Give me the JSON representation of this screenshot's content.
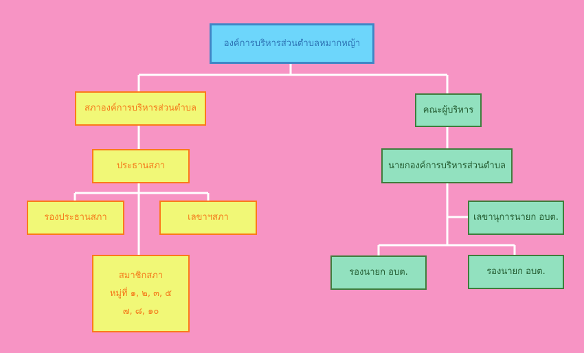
{
  "diagram": {
    "nodes": {
      "org": "องค์การบริหารส่วนตำบลหมากหญ้า",
      "council": "สภาองค์การบริหารส่วนตำบล",
      "council_president": "ประธานสภา",
      "council_vice_president": "รองประธานสภา",
      "council_secretary": "เลขาฯสภา",
      "council_members": {
        "line1": "สมาชิกสภา",
        "line2": "หมู่ที่ ๑, ๒, ๓, ๕",
        "line3": "๗, ๘, ๑๐"
      },
      "executive_board": "คณะผู้บริหาร",
      "mayor": "นายกองค์การบริหารส่วนตำบล",
      "mayor_secretary": "เลขานุการนายก อบต.",
      "deputy_mayor_1": "รองนายก อบต.",
      "deputy_mayor_2": "รองนายก อบต."
    },
    "colors": {
      "background": "#f794c4",
      "top_fill": "#6dd6fb",
      "top_border": "#3f86c6",
      "council_fill": "#f1f877",
      "council_border": "#fb7a1a",
      "executive_fill": "#92e1bf",
      "executive_border": "#3e7d3c",
      "connector": "#ffffff"
    }
  }
}
